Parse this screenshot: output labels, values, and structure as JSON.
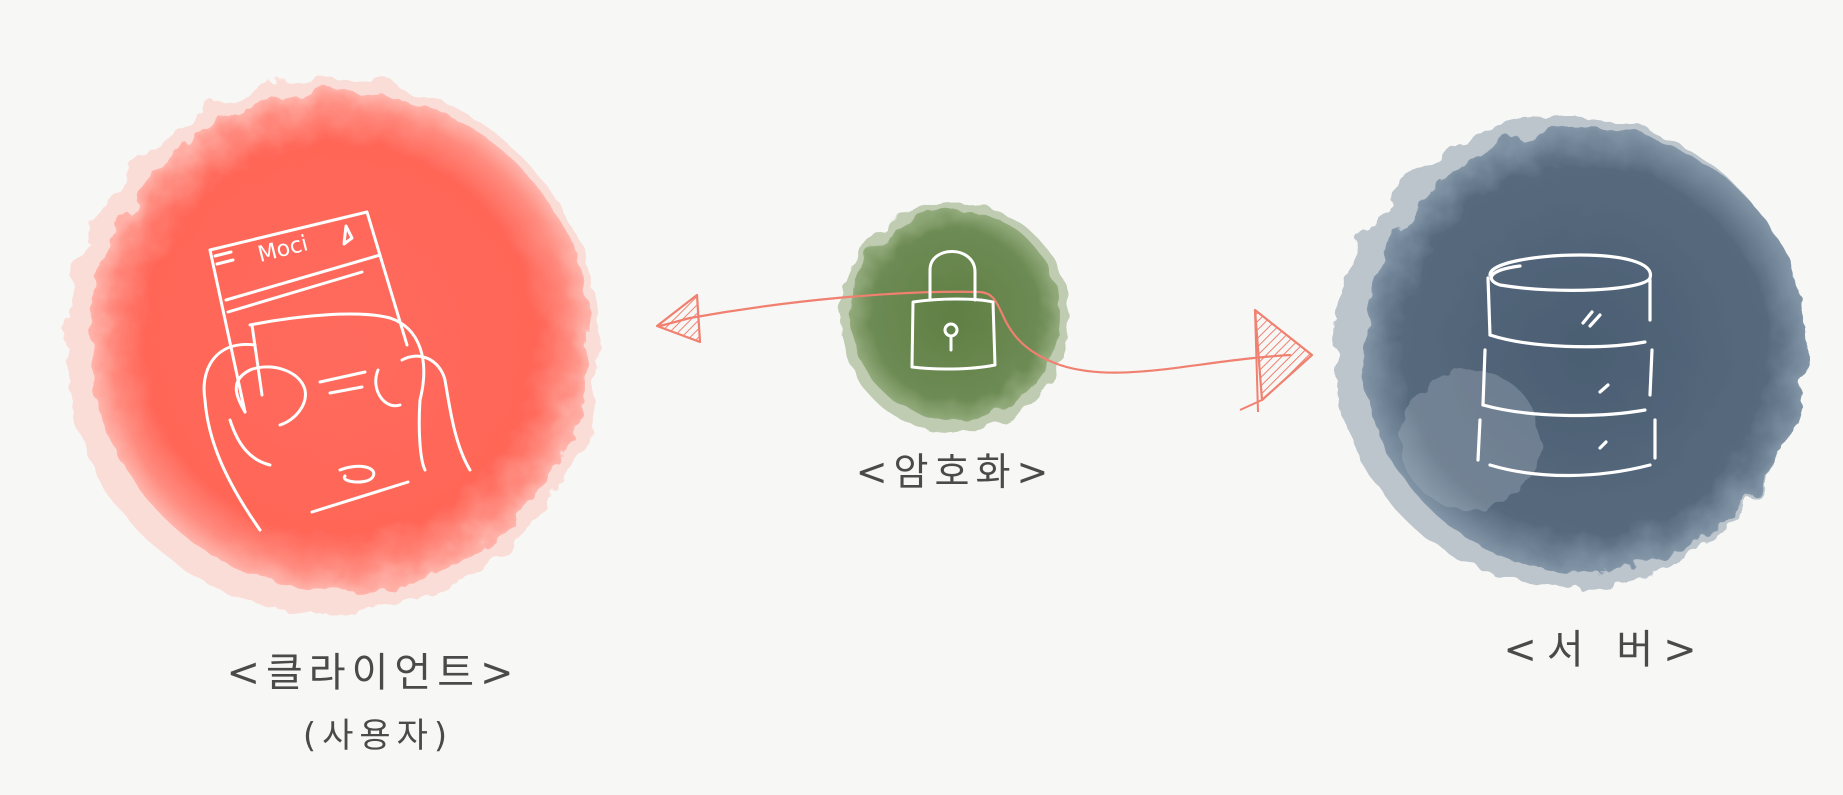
{
  "diagram": {
    "client": {
      "title": "<클라이언트>",
      "subtitle": "(사용자)",
      "circle_color": "#ff6a5a",
      "icon": "hand-holding-phone-icon",
      "screen_text": "Moci"
    },
    "encryption": {
      "label": "<암호화>",
      "circle_color": "#6e8a55",
      "icon": "padlock-icon"
    },
    "server": {
      "label": "<서  버>",
      "circle_color": "#4e6175",
      "icon": "database-icon"
    },
    "arrow_color": "#f08070",
    "line_color": "#ffffff"
  }
}
